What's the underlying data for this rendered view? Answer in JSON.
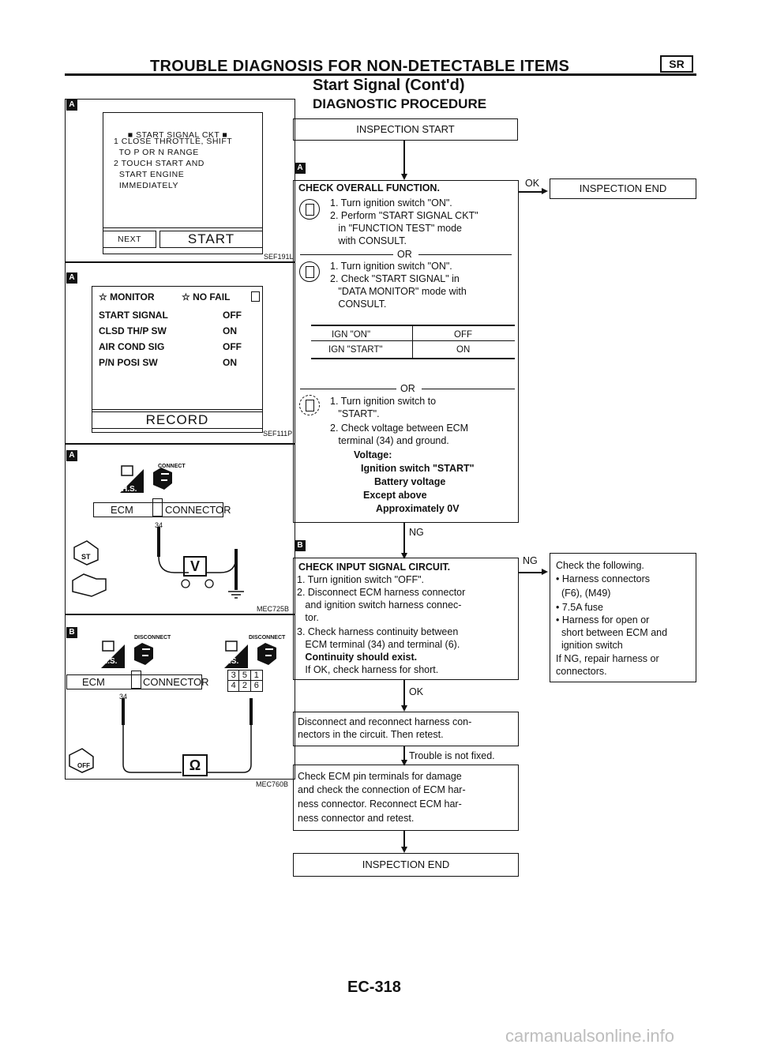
{
  "header": {
    "title": "TROUBLE DIAGNOSIS FOR NON-DETECTABLE ITEMS",
    "badge": "SR",
    "subtitle": "Start Signal (Cont'd)",
    "section": "DIAGNOSTIC PROCEDURE"
  },
  "left": {
    "panel1": {
      "badge": "A",
      "header": "START SIGNAL CKT",
      "lines": [
        "1 CLOSE THROTTLE, SHIFT",
        "  TO P OR N RANGE",
        "2 TOUCH START AND",
        "  START ENGINE",
        "  IMMEDIATELY"
      ],
      "next_label": "NEXT",
      "start_label": "START",
      "ref": "SEF191L"
    },
    "panel2": {
      "badge": "A",
      "monitor_label": "MONITOR",
      "nofail_label": "NO FAIL",
      "rows": [
        {
          "label": "START SIGNAL",
          "value": "OFF"
        },
        {
          "label": "CLSD TH/P SW",
          "value": "ON"
        },
        {
          "label": "AIR COND SIG",
          "value": "OFF"
        },
        {
          "label": "P/N POSI SW",
          "value": "ON"
        }
      ],
      "record_label": "RECORD",
      "ref": "SEF111P"
    },
    "panel3": {
      "badge": "A",
      "connect_label": "CONNECT",
      "hs_label": "H.S.",
      "ecm_label": "ECM",
      "connector_label": "CONNECTOR",
      "pin": "34",
      "st_label": "ST",
      "meter_label": "V",
      "ref": "MEC725B"
    },
    "panel4": {
      "badge": "B",
      "disconnect_label": "DISCONNECT",
      "hs_label": "H.S.",
      "ts_label": "T.S.",
      "ecm_label": "ECM",
      "connector_label": "CONNECTOR",
      "pin": "34",
      "grid": [
        "3",
        "5",
        "1",
        "4",
        "2",
        "6"
      ],
      "off_label": "OFF",
      "meter_label": "Ω",
      "ref": "MEC760B"
    }
  },
  "flow": {
    "start": "INSPECTION START",
    "badge_a": "A",
    "check1": {
      "title": "CHECK OVERALL FUNCTION.",
      "lines1": [
        "1. Turn ignition switch \"ON\".",
        "2. Perform \"START SIGNAL CKT\"",
        "   in \"FUNCTION TEST\" mode",
        "   with CONSULT."
      ],
      "or1": "OR",
      "lines2": [
        "1. Turn ignition switch \"ON\".",
        "2. Check \"START SIGNAL\" in",
        "   \"DATA MONITOR\" mode with",
        "   CONSULT."
      ],
      "table": [
        [
          "IGN \"ON\"",
          "OFF"
        ],
        [
          "IGN \"START\"",
          "ON"
        ]
      ],
      "or2": "OR",
      "lines3": [
        "1. Turn ignition switch to",
        "   \"START\".",
        "2. Check voltage between ECM",
        "   terminal (34) and ground."
      ],
      "voltage_label": "Voltage:",
      "voltage_lines": [
        "Ignition switch \"START\"",
        "Battery voltage",
        "Except above",
        "Approximately 0V"
      ]
    },
    "ok1": "OK",
    "end1": "INSPECTION END",
    "ng1": "NG",
    "badge_b": "B",
    "check2": {
      "title": "CHECK INPUT SIGNAL CIRCUIT.",
      "lines": [
        "1. Turn ignition switch \"OFF\".",
        "2. Disconnect ECM harness connector",
        "   and ignition switch harness connec-",
        "   tor.",
        "3. Check harness continuity between",
        "   ECM terminal (34) and terminal (6)."
      ],
      "bold_line": "   Continuity should exist.",
      "last_line": "   If OK, check harness for short."
    },
    "ng2": "NG",
    "check_following": {
      "lines": [
        "Check the following.",
        "• Harness connectors",
        "  (F6), (M49)",
        "• 7.5A fuse",
        "• Harness for open or",
        "  short between ECM and",
        "  ignition switch",
        "If NG, repair harness or",
        "connectors."
      ]
    },
    "ok2": "OK",
    "reconnect": [
      "Disconnect and reconnect harness con-",
      "nectors in the circuit. Then retest."
    ],
    "not_fixed": "Trouble is not fixed.",
    "check_ecm": [
      "Check ECM pin terminals for damage",
      "and check the connection of ECM har-",
      "ness connector. Reconnect ECM har-",
      "ness connector and retest."
    ],
    "end2": "INSPECTION END"
  },
  "footer": {
    "page": "EC-318",
    "watermark": "carmanualsonline.info"
  }
}
